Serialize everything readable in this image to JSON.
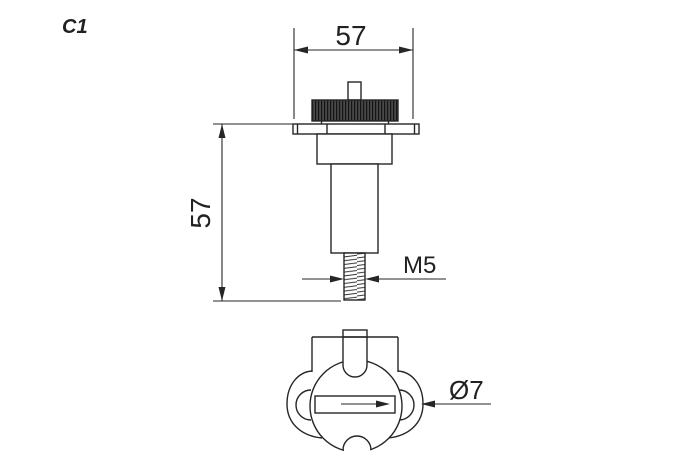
{
  "drawing": {
    "label": "C1",
    "dimensions": {
      "top_width": "57",
      "side_height": "57",
      "thread": "M5",
      "diameter": "Ø7"
    },
    "colors": {
      "line": "#262626",
      "knurl_fill": "#474747",
      "background": "#ffffff"
    }
  }
}
